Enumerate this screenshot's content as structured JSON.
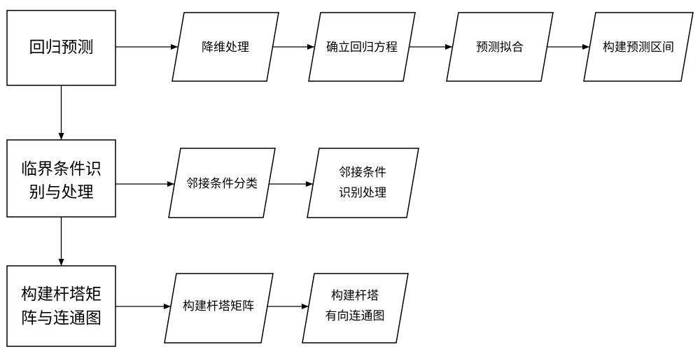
{
  "main_steps": [
    {
      "lines": [
        "回归预测"
      ]
    },
    {
      "lines": [
        "临界条件识",
        "别与处理"
      ]
    },
    {
      "lines": [
        "构建杆塔矩",
        "阵与连通图"
      ]
    }
  ],
  "branches": [
    {
      "steps": [
        {
          "lines": [
            "降维处理"
          ]
        },
        {
          "lines": [
            "确立回归方程"
          ]
        },
        {
          "lines": [
            "预测拟合"
          ]
        },
        {
          "lines": [
            "构建预测区间"
          ]
        }
      ]
    },
    {
      "steps": [
        {
          "lines": [
            "邻接条件分类"
          ]
        },
        {
          "lines": [
            "邻接条件",
            "识别处理"
          ]
        }
      ]
    },
    {
      "steps": [
        {
          "lines": [
            "构建杆塔矩阵"
          ]
        },
        {
          "lines": [
            "构建杆塔",
            "有向连通图"
          ]
        }
      ]
    }
  ],
  "colors": {
    "line": "#000000",
    "background": "#ffffff"
  }
}
